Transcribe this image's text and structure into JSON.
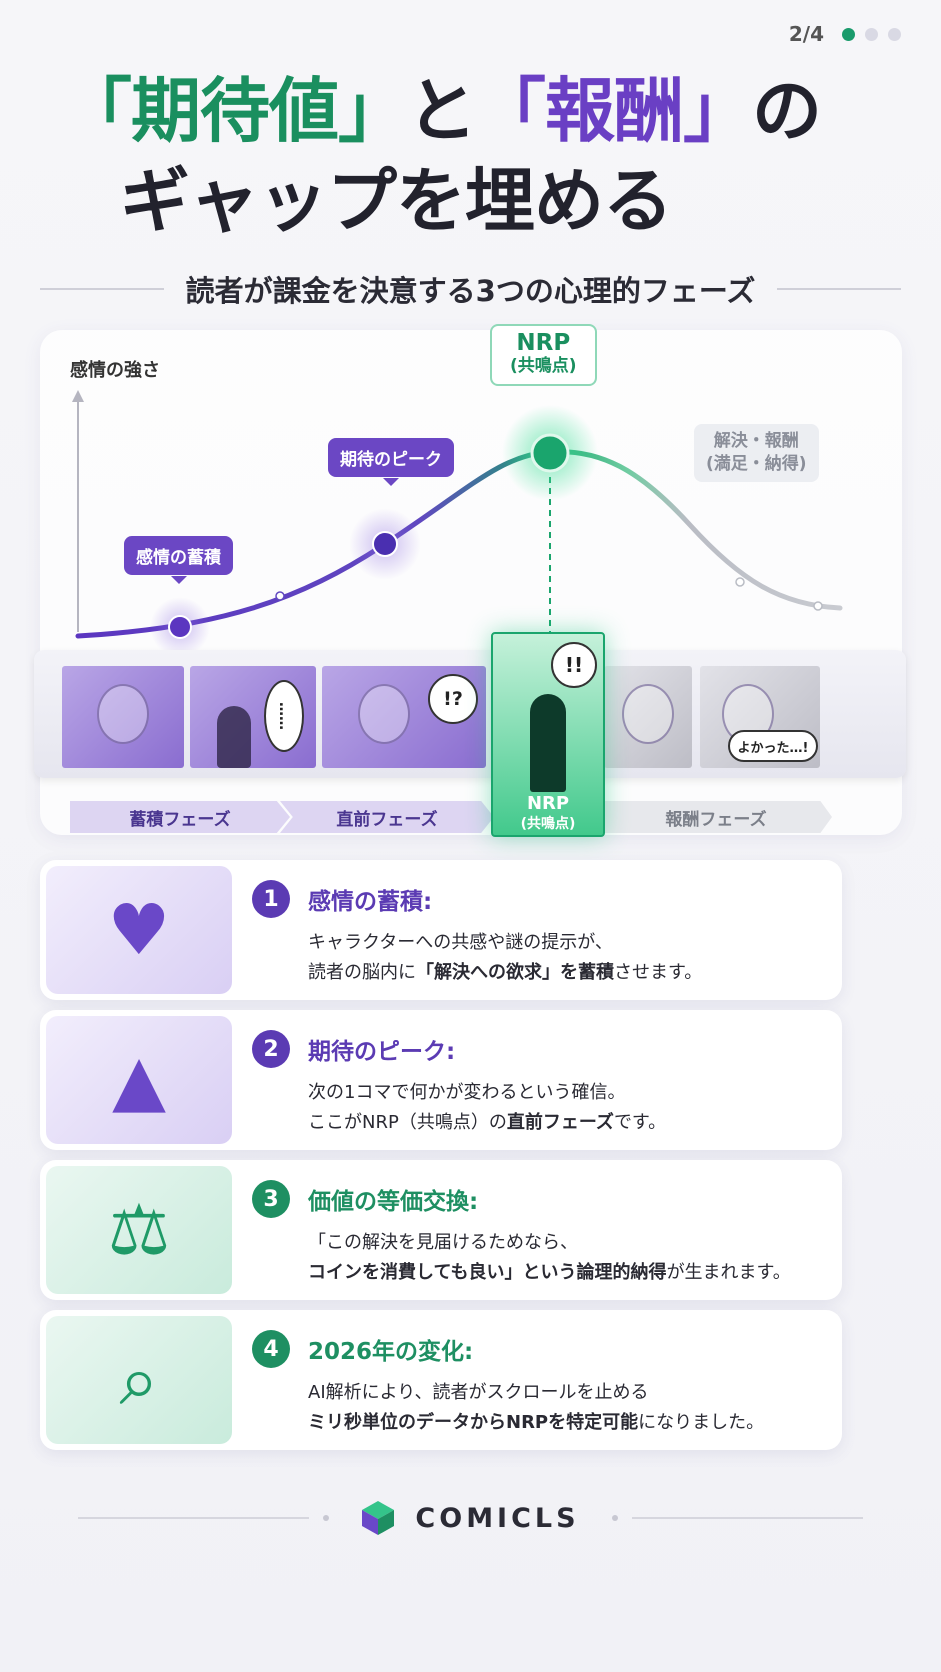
{
  "pager": {
    "text": "2/4",
    "total_dots": 3,
    "active_dot": 1
  },
  "title": {
    "line1_q1": "「期待値」",
    "line1_and": "と",
    "line1_q2": "「報酬」",
    "line1_no": "の",
    "line2": "ギャップを埋める"
  },
  "subtitle": "読者が課金を決意する3つの心理的フェーズ",
  "chart": {
    "y_label": "感情の強さ",
    "bubbles": {
      "accumulate": "感情の蓄積",
      "peak": "期待のピーク",
      "nrp_main": "NRP",
      "nrp_sub": "(共鳴点)",
      "resolve_line1": "解決・報酬",
      "resolve_line2": "(満足・納得)"
    },
    "panels": {
      "dots": "……",
      "surprise": "!?",
      "exclaim": "!!",
      "relief": "よかった…!"
    },
    "nrp_card": {
      "main": "NRP",
      "sub": "(共鳴点)"
    },
    "phases": [
      "蓄積フェーズ",
      "直前フェーズ",
      "報酬フェーズ"
    ],
    "colors": {
      "purple": "#6b47c4",
      "green": "#1a9b6c",
      "grey": "#b9bcc4"
    }
  },
  "items": [
    {
      "num": "1",
      "icon": "heart-cube-icon",
      "head": "感情の蓄積:",
      "line1": "キャラクターへの共感や謎の提示が、",
      "line2_pre": "読者の脳内に",
      "line2_bold": "「解決への欲求」を蓄積",
      "line2_post": "させます。"
    },
    {
      "num": "2",
      "icon": "mountain-flag-icon",
      "head": "期待のピーク:",
      "line1": "次の1コマで何かが変わるという確信。",
      "line2_pre": "ここがNRP（共鳴点）の",
      "line2_bold": "直前フェーズ",
      "line2_post": "です。"
    },
    {
      "num": "3",
      "icon": "balance-scale-icon",
      "head": "価値の等価交換:",
      "line1": "「この解決を見届けるためなら、",
      "line2_pre": "",
      "line2_bold": "コインを消費しても良い」という論理的納得",
      "line2_post": "が生まれます。"
    },
    {
      "num": "4",
      "icon": "magnifier-chart-icon",
      "head": "2026年の変化:",
      "line1": "AI解析により、読者がスクロールを止める",
      "line2_pre": "",
      "line2_bold": "ミリ秒単位のデータからNRPを特定可能",
      "line2_post": "になりました。"
    }
  ],
  "footer": {
    "brand": "COMICLS"
  }
}
